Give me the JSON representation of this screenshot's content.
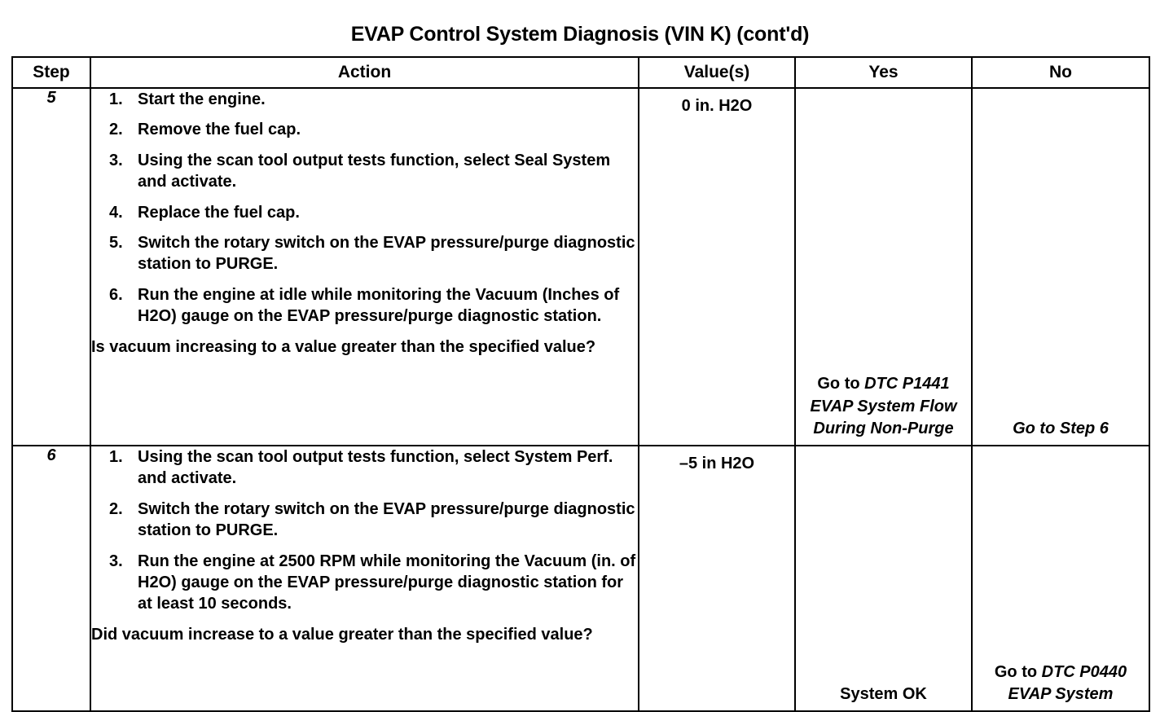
{
  "document": {
    "title": "EVAP Control System Diagnosis (VIN K) (cont'd)"
  },
  "table": {
    "headers": {
      "step": "Step",
      "action": "Action",
      "value": "Value(s)",
      "yes": "Yes",
      "no": "No"
    },
    "rows": [
      {
        "step": "5",
        "action_steps": [
          {
            "num": "1.",
            "text": "Start the engine."
          },
          {
            "num": "2.",
            "text": "Remove the fuel cap."
          },
          {
            "num": "3.",
            "text": "Using the scan tool output tests function, select Seal System and activate."
          },
          {
            "num": "4.",
            "text": "Replace the fuel cap."
          },
          {
            "num": "5.",
            "text": "Switch the rotary switch on the EVAP pressure/purge diagnostic station to PURGE."
          },
          {
            "num": "6.",
            "text": "Run the engine at idle while monitoring the Vacuum (Inches of H2O) gauge on the EVAP pressure/purge diagnostic station."
          }
        ],
        "question": "Is vacuum increasing to a value greater than the specified value?",
        "value": "0 in. H2O",
        "yes_plain": "Go to ",
        "yes_italic": "DTC P1441 EVAP System Flow During Non-Purge",
        "no_plain": "",
        "no_italic": "Go to Step 6"
      },
      {
        "step": "6",
        "action_steps": [
          {
            "num": "1.",
            "text": "Using the scan tool output tests function, select System Perf. and activate."
          },
          {
            "num": "2.",
            "text": "Switch the rotary switch on the EVAP pressure/purge diagnostic station to PURGE."
          },
          {
            "num": "3.",
            "text": "Run the engine at 2500 RPM while monitoring the Vacuum (in. of H2O) gauge on the EVAP pressure/purge diagnostic station for at least 10 seconds."
          }
        ],
        "question": "Did vacuum increase to a value greater than the specified value?",
        "value": "–5 in H2O",
        "yes_plain": "System OK",
        "yes_italic": "",
        "no_plain": "Go to ",
        "no_italic": "DTC P0440 EVAP System"
      }
    ]
  },
  "colors": {
    "ink": "#000000",
    "paper": "#ffffff"
  }
}
